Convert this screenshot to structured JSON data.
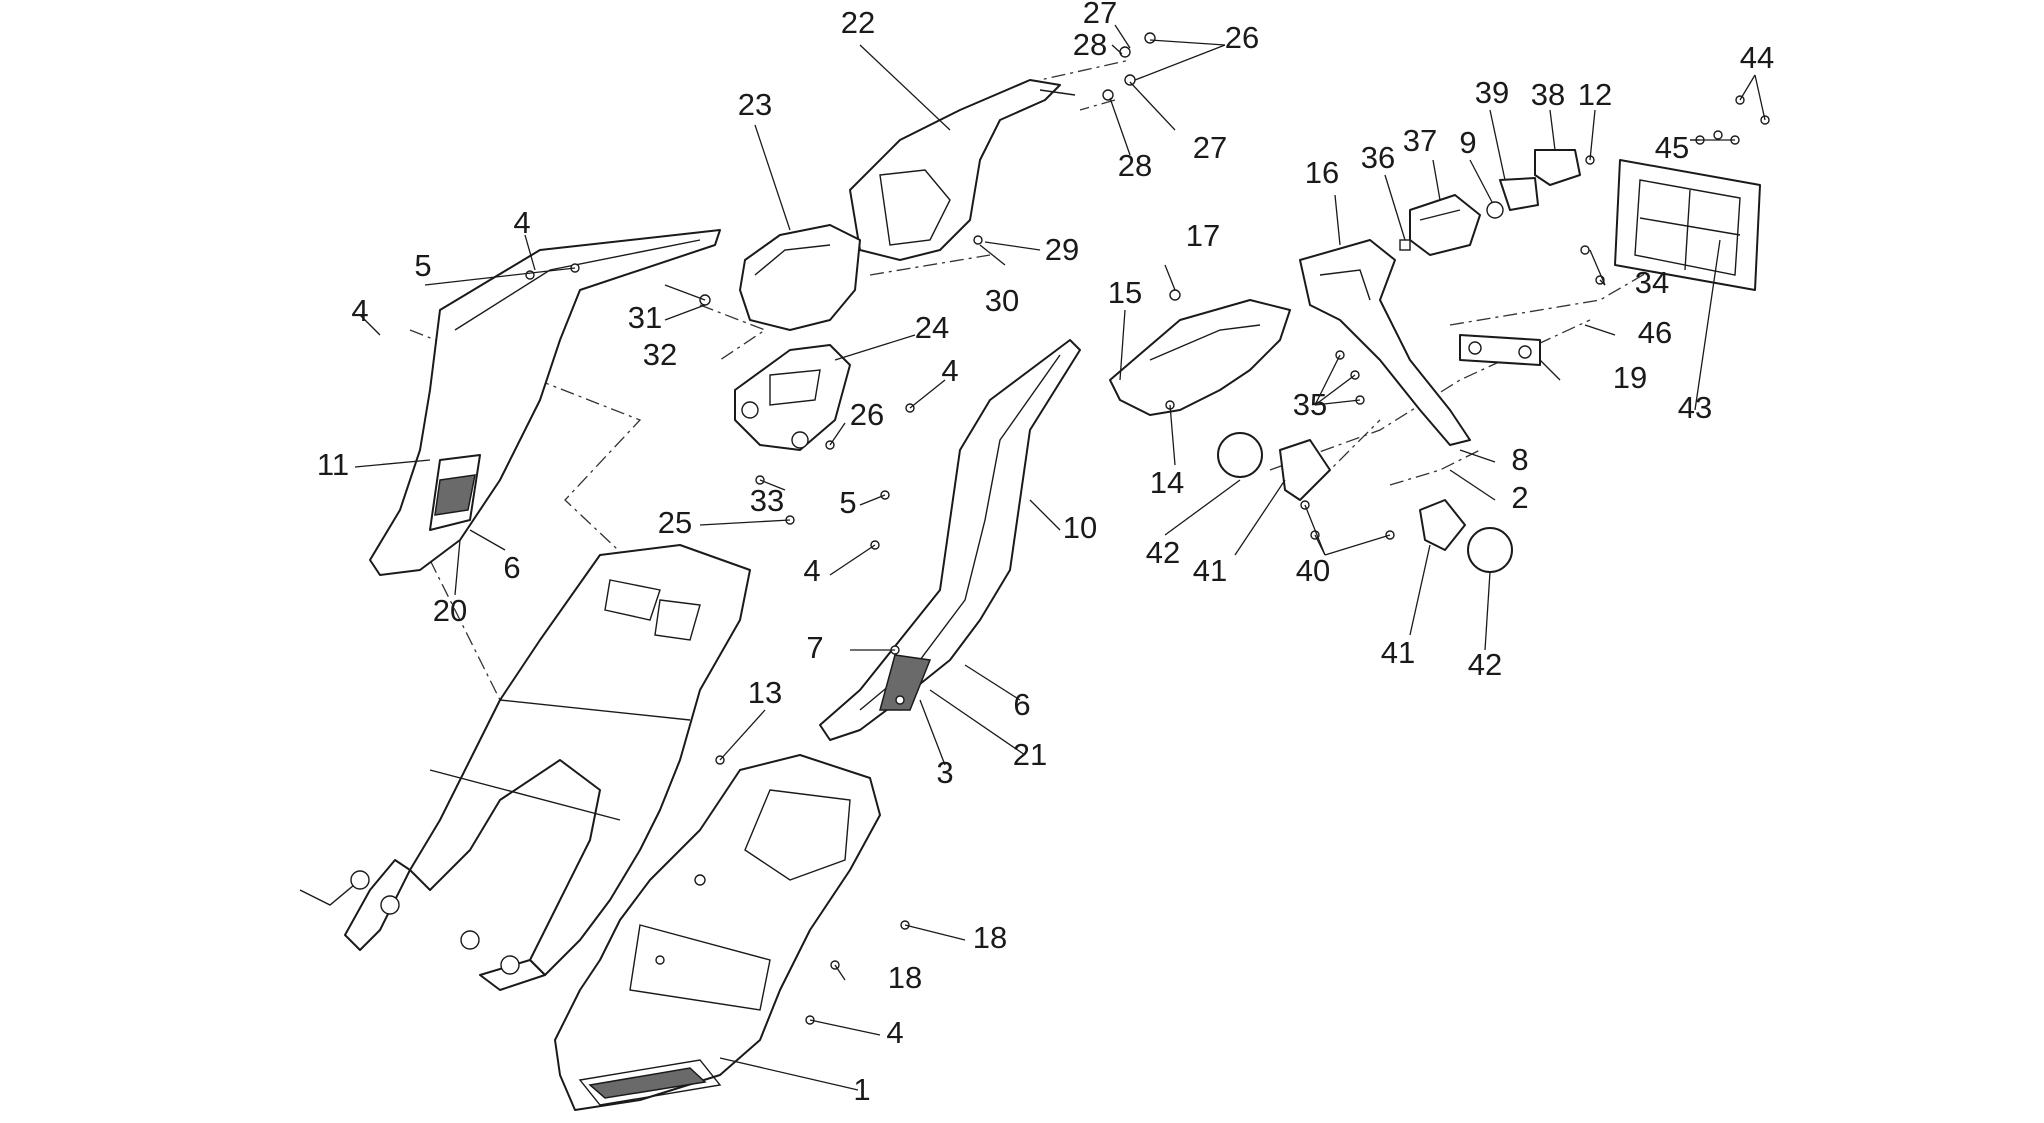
{
  "callouts": [
    {
      "id": "c22",
      "text": "22"
    },
    {
      "id": "c27a",
      "text": "27"
    },
    {
      "id": "c28a",
      "text": "28"
    },
    {
      "id": "c26",
      "text": "26"
    },
    {
      "id": "c23",
      "text": "23"
    },
    {
      "id": "c28b",
      "text": "28"
    },
    {
      "id": "c27b",
      "text": "27"
    },
    {
      "id": "c39",
      "text": "39"
    },
    {
      "id": "c38",
      "text": "38"
    },
    {
      "id": "c12",
      "text": "12"
    },
    {
      "id": "c44",
      "text": "44"
    },
    {
      "id": "c37",
      "text": "37"
    },
    {
      "id": "c9",
      "text": "9"
    },
    {
      "id": "c45",
      "text": "45"
    },
    {
      "id": "c16",
      "text": "16"
    },
    {
      "id": "c36",
      "text": "36"
    },
    {
      "id": "c4a",
      "text": "4"
    },
    {
      "id": "c5a",
      "text": "5"
    },
    {
      "id": "c4b",
      "text": "4"
    },
    {
      "id": "c31",
      "text": "31"
    },
    {
      "id": "c32",
      "text": "32"
    },
    {
      "id": "c29",
      "text": "29"
    },
    {
      "id": "c30",
      "text": "30"
    },
    {
      "id": "c17",
      "text": "17"
    },
    {
      "id": "c15",
      "text": "15"
    },
    {
      "id": "c24",
      "text": "24"
    },
    {
      "id": "c34",
      "text": "34"
    },
    {
      "id": "c46",
      "text": "46"
    },
    {
      "id": "c19",
      "text": "19"
    },
    {
      "id": "c43",
      "text": "43"
    },
    {
      "id": "c4c",
      "text": "4"
    },
    {
      "id": "c26b",
      "text": "26"
    },
    {
      "id": "c35",
      "text": "35"
    },
    {
      "id": "c11",
      "text": "11"
    },
    {
      "id": "c33",
      "text": "33"
    },
    {
      "id": "c5b",
      "text": "5"
    },
    {
      "id": "c14",
      "text": "14"
    },
    {
      "id": "c8",
      "text": "8"
    },
    {
      "id": "c2",
      "text": "2"
    },
    {
      "id": "c25",
      "text": "25"
    },
    {
      "id": "c10",
      "text": "10"
    },
    {
      "id": "c42a",
      "text": "42"
    },
    {
      "id": "c41a",
      "text": "41"
    },
    {
      "id": "c40",
      "text": "40"
    },
    {
      "id": "c6a",
      "text": "6"
    },
    {
      "id": "c4d",
      "text": "4"
    },
    {
      "id": "c20",
      "text": "20"
    },
    {
      "id": "c7",
      "text": "7"
    },
    {
      "id": "c41b",
      "text": "41"
    },
    {
      "id": "c42b",
      "text": "42"
    },
    {
      "id": "c13",
      "text": "13"
    },
    {
      "id": "c6b",
      "text": "6"
    },
    {
      "id": "c21",
      "text": "21"
    },
    {
      "id": "c3",
      "text": "3"
    },
    {
      "id": "c18a",
      "text": "18"
    },
    {
      "id": "c18b",
      "text": "18"
    },
    {
      "id": "c4e",
      "text": "4"
    },
    {
      "id": "c1",
      "text": "1"
    }
  ]
}
